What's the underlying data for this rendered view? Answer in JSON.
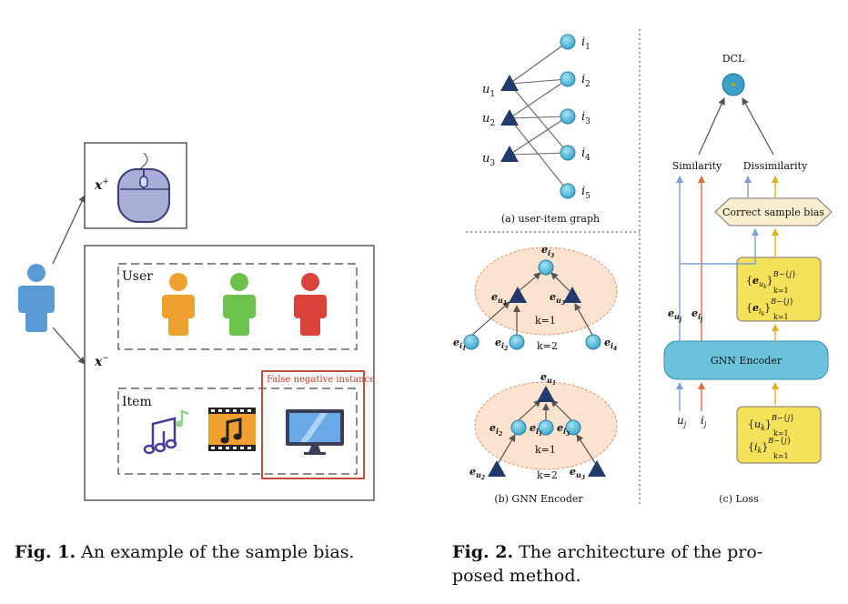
{
  "fig1": {
    "xplus": "x",
    "xplus_sup": "+",
    "xminus": "x",
    "xminus_sup": "−",
    "user_label": "User",
    "item_label": "Item",
    "false_negative_label": "False negative instance",
    "caption_prefix": "Fig. 1.",
    "caption_text": "An example of the sample bias."
  },
  "fig2": {
    "graph": {
      "users": [
        "u1",
        "u2",
        "u3"
      ],
      "items": [
        "i1",
        "i2",
        "i3",
        "i4",
        "i5"
      ],
      "subcaption": "(a) user-item graph"
    },
    "encoder": {
      "k1": "k=1",
      "k2": "k=2",
      "subcaption": "(b) GNN Encoder"
    },
    "loss": {
      "dcl": "DCL",
      "similarity": "Similarity",
      "dissimilarity": "Dissimilarity",
      "correct_bias": "Correct sample bias",
      "gnn_encoder": "GNN Encoder",
      "uj": "u",
      "uj_sub": "j",
      "ij": "i",
      "ij_sub": "j",
      "subcaption": "(c) Loss"
    },
    "caption_prefix": "Fig. 2.",
    "caption_line1": "The architecture of the pro-",
    "caption_line2": "posed method."
  },
  "colors": {
    "node_fill": "#5bc0de",
    "triangle_fill": "#1f3a6b",
    "ellipse_fill": "#fbe3cf",
    "ellipse_stroke": "#e8906a",
    "gnn_fill": "#6cc1dc",
    "yellow_fill": "#f5e15a",
    "hex_fill": "#fbeecf",
    "blue_arrow": "#7a9fd0",
    "orange_arrow": "#d9703a",
    "yellow_arrow": "#e0b020",
    "red_box": "#c0392b"
  }
}
